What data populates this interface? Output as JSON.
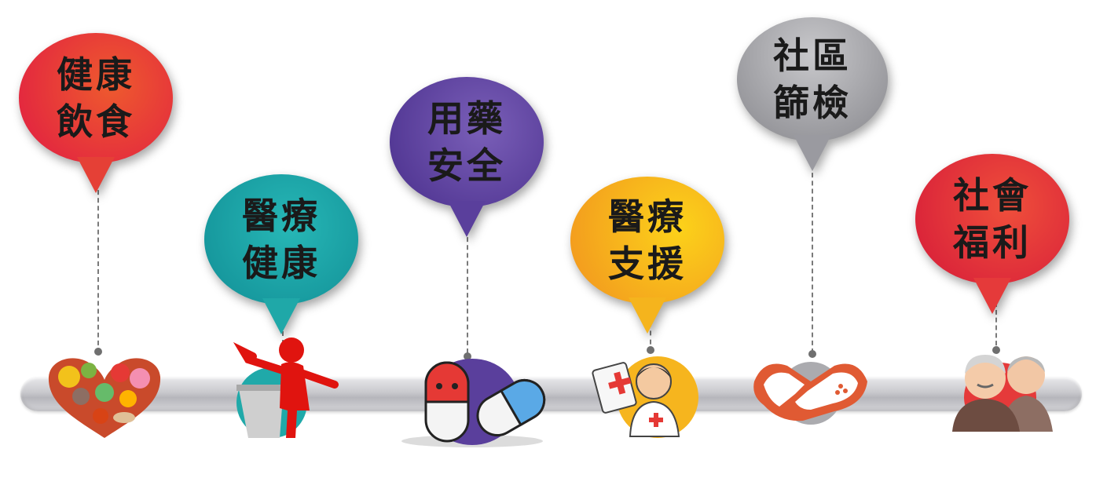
{
  "nodes": [
    {
      "line1": "健康",
      "line2": "飲食",
      "icon": "food-heart-icon"
    },
    {
      "line1": "醫療",
      "line2": "健康",
      "icon": "speaker-podium-icon"
    },
    {
      "line1": "用藥",
      "line2": "安全",
      "icon": "pill-capsule-icon"
    },
    {
      "line1": "醫療",
      "line2": "支援",
      "icon": "doctor-icon"
    },
    {
      "line1": "社區",
      "line2": "篩檢",
      "icon": "handshake-icon"
    },
    {
      "line1": "社會",
      "line2": "福利",
      "icon": "elderly-couple-icon"
    }
  ],
  "colors": {
    "red": "#e53a3a",
    "teal": "#1fa8a8",
    "purple": "#6a4da8",
    "yellow": "#f6b51e",
    "gray": "#a9a9ad",
    "track": "#c9c9cd"
  }
}
